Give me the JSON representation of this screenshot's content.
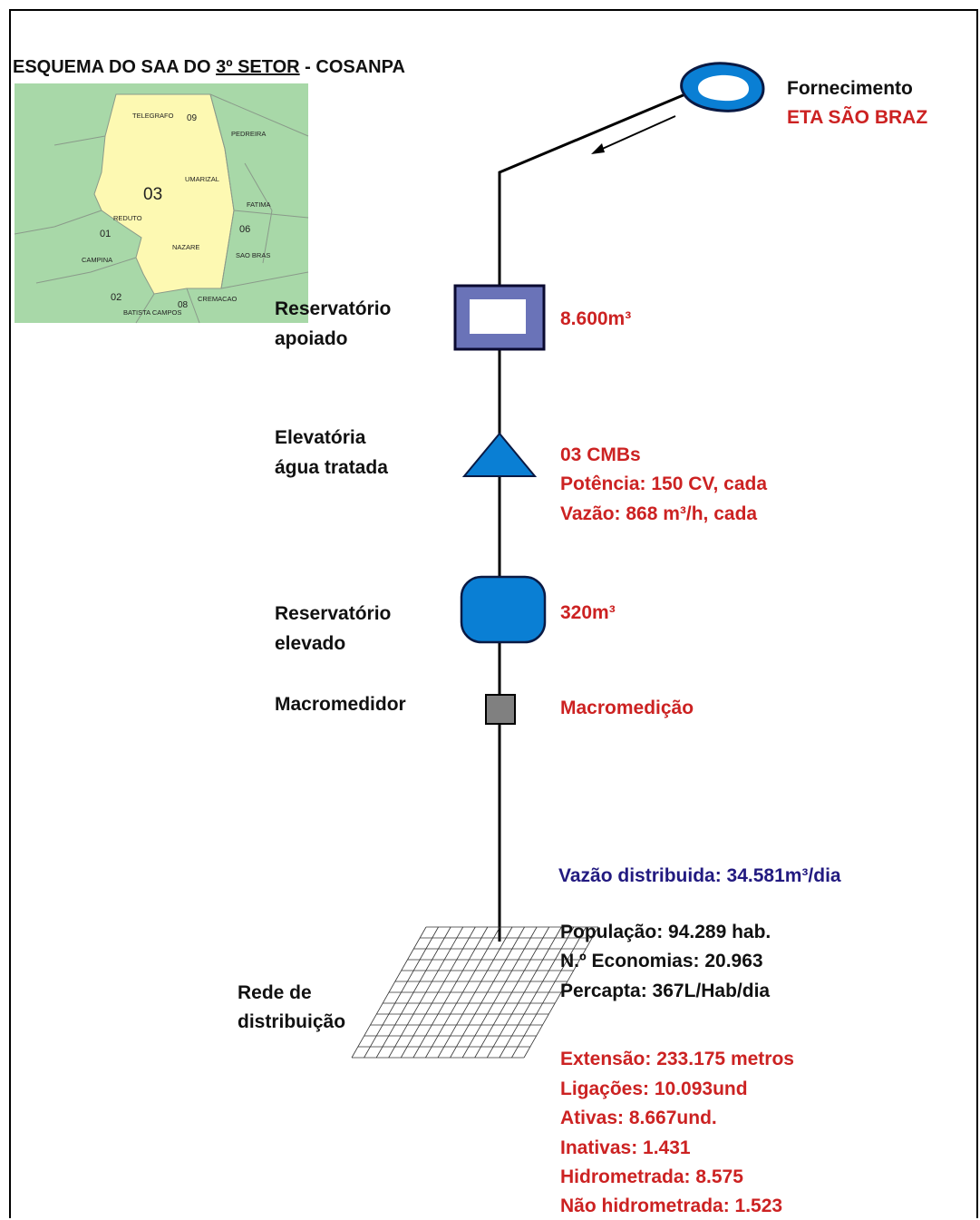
{
  "title": {
    "prefix": "ESQUEMA DO SAA DO ",
    "underlined": "3º SETOR",
    "suffix": " - COSANPA"
  },
  "map": {
    "labels": [
      "TELEGRAFO",
      "09",
      "PEDREIRA",
      "UMARIZAL",
      "03",
      "FATIMA",
      "REDUTO",
      "06",
      "01",
      "NAZARE",
      "SAO BRAS",
      "CAMPINA",
      "02",
      "08",
      "CREMACAO",
      "BATISTA CAMPOS"
    ],
    "colors": {
      "sector": "#fdf9b2",
      "neighbors": "#a8d8a8",
      "roads": "#8a9a8a"
    }
  },
  "source": {
    "label": "Fornecimento",
    "name": "ETA SÃO BRAZ"
  },
  "stages": {
    "reservoir_supported": {
      "label_line1": "Reservatório",
      "label_line2": "apoiado",
      "value": "8.600m³"
    },
    "pump_station": {
      "label_line1": "Elevatória",
      "label_line2": "água tratada",
      "value_line1": "03 CMBs",
      "value_line2": "Potência: 150 CV, cada",
      "value_line3": "Vazão: 868 m³/h, cada"
    },
    "reservoir_elevated": {
      "label_line1": "Reservatório",
      "label_line2": "elevado",
      "value": "320m³"
    },
    "macro_meter": {
      "label": "Macromedidor",
      "value": "Macromedição"
    }
  },
  "network": {
    "flow": "Vazão distribuida: 34.581m³/dia",
    "label_line1": "Rede de",
    "label_line2": "distribuição",
    "stats_black": [
      "População: 94.289 hab.",
      "N.º Economias: 20.963",
      "Percapta: 367L/Hab/dia"
    ],
    "stats_red": [
      "Extensão: 233.175 metros",
      "Ligações: 10.093und",
      "Ativas: 8.667und.",
      "Inativas: 1.431",
      "Hidrometrada: 8.575",
      "Não hidrometrada: 1.523"
    ]
  },
  "colors": {
    "accent_red": "#cc2222",
    "navy": "#221a80",
    "water_blue": "#0a7fd4",
    "reservoir_fill": "#6a73b8",
    "meter_gray": "#808080"
  }
}
